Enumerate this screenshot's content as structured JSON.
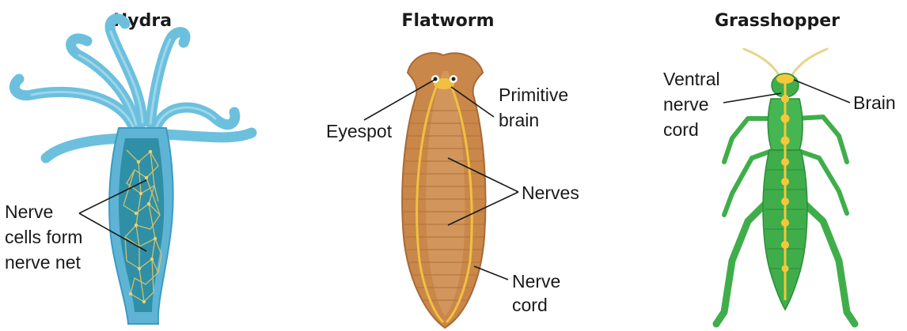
{
  "panels": [
    {
      "title": "Hydra",
      "labels": {
        "nerve_net": [
          "Nerve",
          "cells form",
          "nerve net"
        ]
      }
    },
    {
      "title": "Flatworm",
      "labels": {
        "eyespot": "Eyespot",
        "brain": [
          "Primitive",
          "brain"
        ],
        "nerves": "Nerves",
        "nerve_cord": [
          "Nerve",
          "cord"
        ]
      }
    },
    {
      "title": "Grasshopper",
      "labels": {
        "ventral_cord": [
          "Ventral",
          "nerve",
          "cord"
        ],
        "brain": "Brain"
      }
    }
  ],
  "colors": {
    "hydra_body": "#5fb4d6",
    "hydra_inner": "#2f8fa6",
    "hydra_nerve": "#d7c46a",
    "flatworm_body": "#c9874a",
    "flatworm_nerve": "#f0c040",
    "grasshopper_body": "#3fae4a",
    "grasshopper_nerve": "#f5c83a"
  }
}
